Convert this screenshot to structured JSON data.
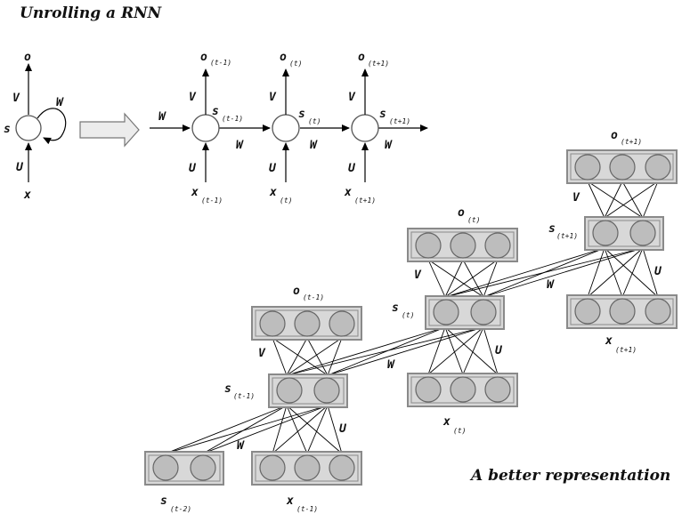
{
  "title_top": "Unrolling a RNN",
  "title_bottom": "A better representation",
  "folded": {
    "o": "o",
    "s": "s",
    "x": "x",
    "U": "U",
    "V": "V",
    "W": "W"
  },
  "unrolled": [
    {
      "o": "o",
      "o_sub": "(t-1)",
      "s": "s",
      "s_sub": "(t-1)",
      "x": "x",
      "x_sub": "(t-1)"
    },
    {
      "o": "o",
      "o_sub": "(t)",
      "s": "s",
      "s_sub": "(t)",
      "x": "x",
      "x_sub": "(t)"
    },
    {
      "o": "o",
      "o_sub": "(t+1)",
      "s": "s",
      "s_sub": "(t+1)",
      "x": "x",
      "x_sub": "(t+1)"
    }
  ],
  "weights": {
    "U": "U",
    "V": "V",
    "W": "W"
  },
  "layered": {
    "o_tm1": "(t-1)",
    "o_t": "(t)",
    "o_tp1": "(t+1)",
    "s_tm2": "(t-2)",
    "s_tm1": "(t-1)",
    "s_t": "(t)",
    "s_tp1": "(t+1)",
    "x_tm1": "(t-1)",
    "x_t": "(t)",
    "x_tp1": "(t+1)"
  }
}
